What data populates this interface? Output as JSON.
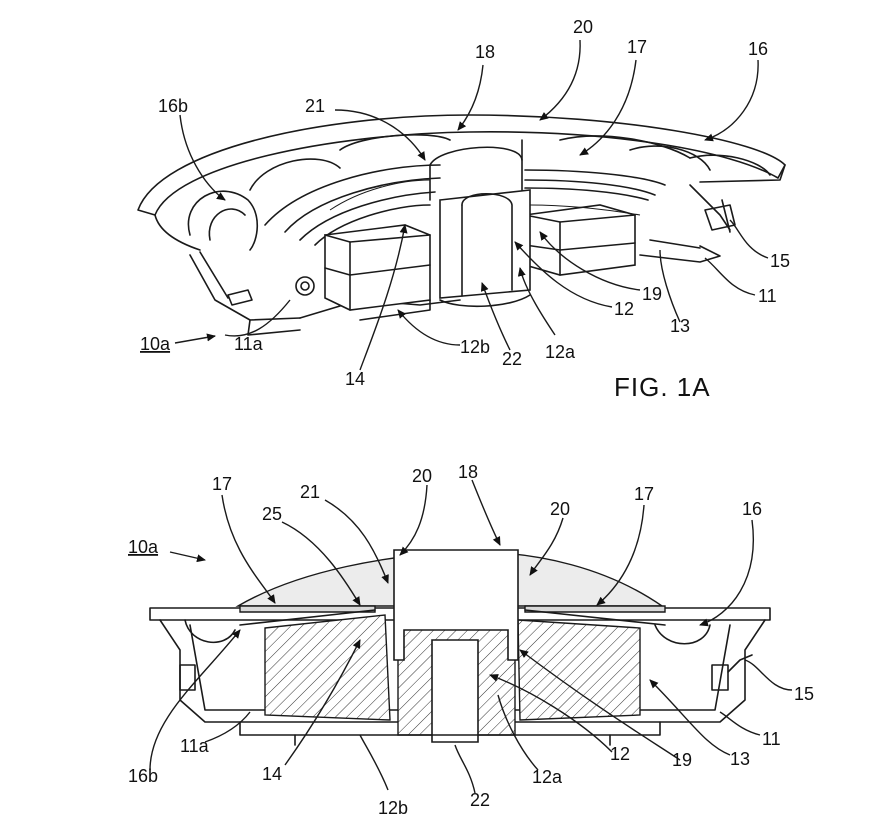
{
  "figure_caption": "FIG. 1A",
  "top_view": {
    "assembly_label": "10a",
    "labels": {
      "l20": "20",
      "l18": "18",
      "l17": "17",
      "l16": "16",
      "l16b": "16b",
      "l21": "21",
      "l15": "15",
      "l11": "11",
      "l19": "19",
      "l12": "12",
      "l13": "13",
      "l11a": "11a",
      "l12b": "12b",
      "l14": "14",
      "l22": "22",
      "l12a": "12a"
    }
  },
  "section_view": {
    "assembly_label": "10a",
    "labels": {
      "l18": "18",
      "l17a": "17",
      "l21": "21",
      "l20a": "20",
      "l20b": "20",
      "l17b": "17",
      "l25": "25",
      "l16": "16",
      "l15": "15",
      "l11": "11",
      "l13": "13",
      "l19": "19",
      "l12": "12",
      "l12a": "12a",
      "l22": "22",
      "l12b": "12b",
      "l14": "14",
      "l11a": "11a",
      "l16b": "16b"
    }
  }
}
